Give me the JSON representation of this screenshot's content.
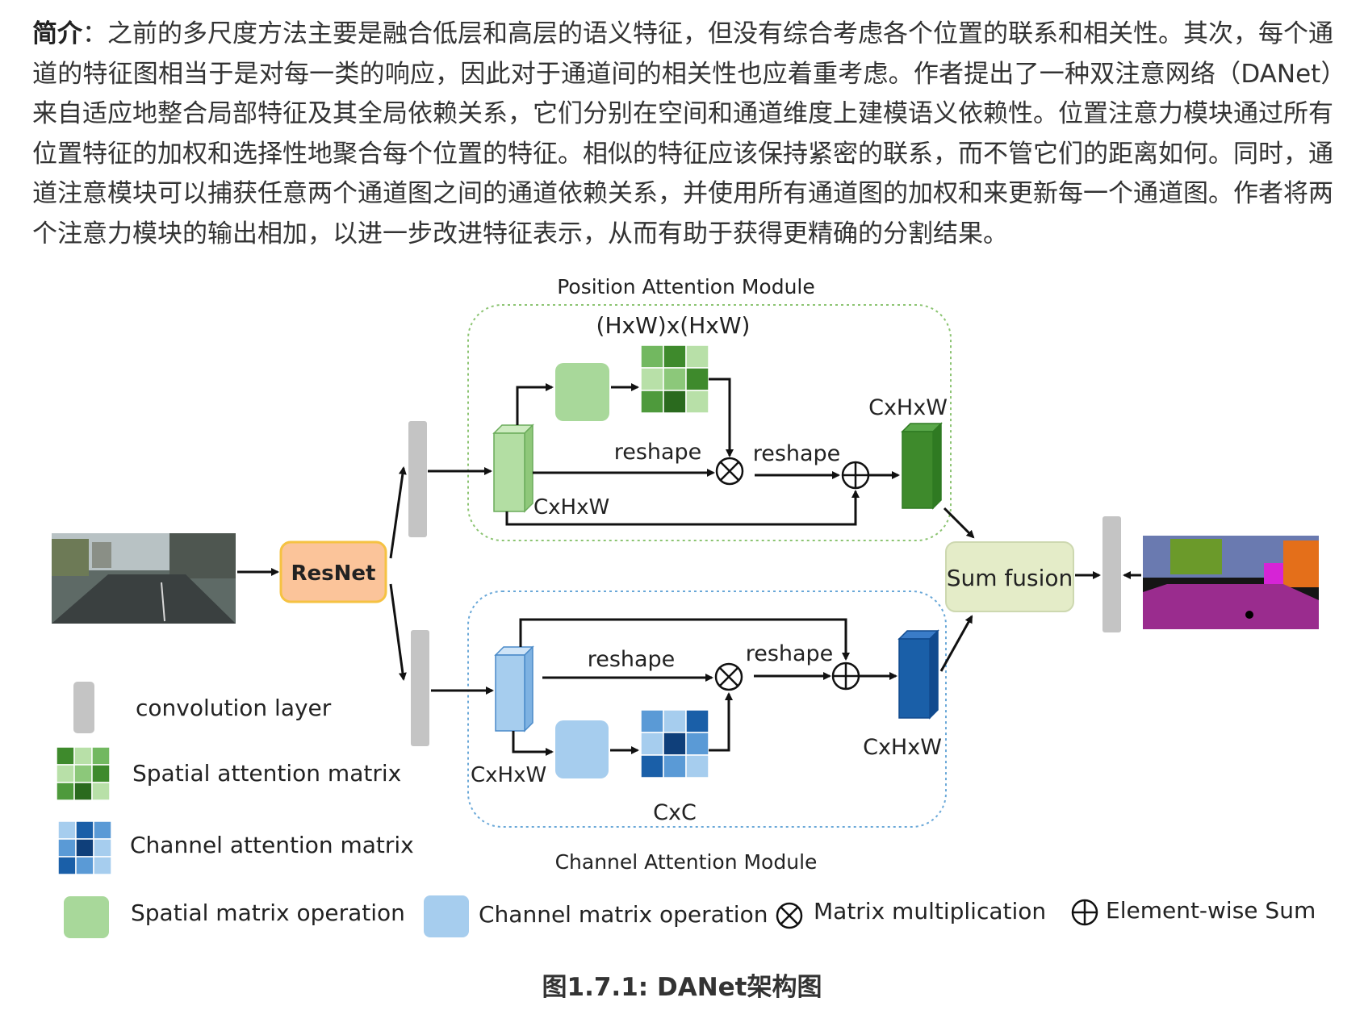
{
  "intro": {
    "lead": "简介",
    "text": "：之前的多尺度方法主要是融合低层和高层的语义特征，但没有综合考虑各个位置的联系和相关性。其次，每个通道的特征图相当于是对每一类的响应，因此对于通道间的相关性也应着重考虑。作者提出了一种双注意网络（DANet）来自适应地整合局部特征及其全局依赖关系，它们分别在空间和通道维度上建模语义依赖性。位置注意力模块通过所有位置特征的加权和选择性地聚合每个位置的特征。相似的特征应该保持紧密的联系，而不管它们的距离如何。同时，通道注意模块可以捕获任意两个通道图之间的通道依赖关系，并使用所有通道图的加权和来更新每一个通道图。作者将两个注意力模块的输出相加，以进一步改进特征表示，从而有助于获得更精确的分割结果。"
  },
  "diagram": {
    "position_module_title": "Position Attention Module",
    "channel_module_title": "Channel Attention Module",
    "resnet_label": "ResNet",
    "sum_fusion_label": "Sum fusion",
    "pos_matrix_label": "(HxW)x(HxW)",
    "pos_reshape_1": "reshape",
    "pos_reshape_2": "reshape",
    "pos_input_dim": "CxHxW",
    "pos_output_dim": "CxHxW",
    "ch_reshape_1": "reshape",
    "ch_reshape_2": "reshape",
    "ch_input_dim": "CxHxW",
    "ch_output_dim": "CxHxW",
    "ch_matrix_label": "CxC"
  },
  "legend": {
    "conv": "convolution layer",
    "spatial_matrix": "Spatial attention matrix",
    "channel_matrix": "Channel attention matrix",
    "spatial_op": "Spatial matrix operation",
    "channel_op": "Channel matrix operation",
    "matmul": "Matrix multiplication",
    "sum": "Element-wise Sum"
  },
  "caption": "图1.7.1: DANet架构图",
  "colors": {
    "green_light": "#a8d89a",
    "green_mid": "#70b85a",
    "green_dark": "#3c8a2a",
    "blue_light": "#a6cdee",
    "blue_mid": "#5a9ad6",
    "blue_dark": "#1a5fa8",
    "resnet_fill": "#fbc49a",
    "resnet_border": "#f5c242",
    "sum_fill": "#e4ecc8",
    "conv_gray": "#c4c4c4"
  }
}
